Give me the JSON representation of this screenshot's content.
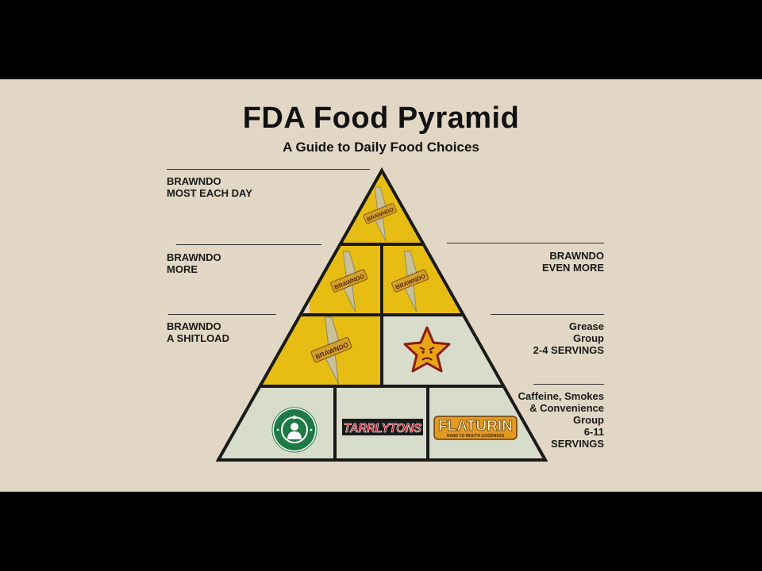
{
  "title": "FDA Food Pyramid",
  "subtitle": "A Guide to Daily Food Choices",
  "labels": {
    "top": "BRAWNDO\nMOST EACH DAY",
    "more": "BRAWNDO\nMORE",
    "even_more": "BRAWNDO\nEVEN MORE",
    "shitload": "BRAWNDO\nA  SHITLOAD",
    "grease": "Grease\nGroup\n2-4 SERVINGS",
    "caffeine": "Caffeine, Smokes\n& Convenience\nGroup\n6-11\nSERVINGS"
  },
  "logos": {
    "brawndo": "BRAWNDO",
    "tarrlytons": "TARRLYTONS",
    "flaturin": "FLATURIN",
    "flaturin_tagline": "HAND TO MOUTH GOODNESS"
  },
  "colors": {
    "background": "#e1d7c4",
    "brawndo_yellow": "#e7bd14",
    "pale_cell": "#d8dccb",
    "outline": "#1a1a1a",
    "starbucks_green": "#1e7a45",
    "tarrlytons_red": "#c1272d",
    "flaturin_orange": "#e39a22"
  }
}
